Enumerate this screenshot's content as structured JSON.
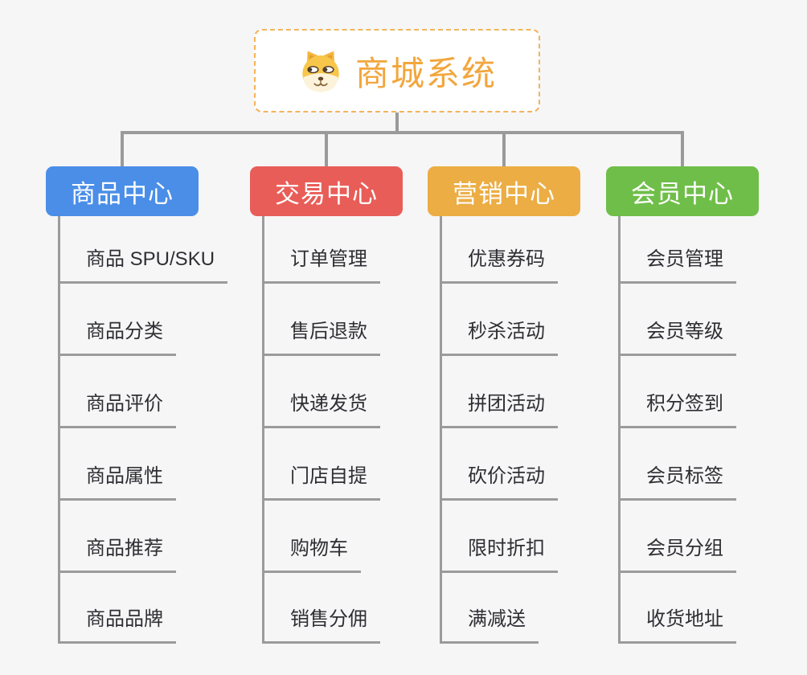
{
  "root": {
    "title": "商城系统",
    "icon": "dog-icon"
  },
  "branches": [
    {
      "id": "product-center",
      "label": "商品中心",
      "color": "#4a8ee8",
      "children": [
        "商品 SPU/SKU",
        "商品分类",
        "商品评价",
        "商品属性",
        "商品推荐",
        "商品品牌"
      ]
    },
    {
      "id": "trade-center",
      "label": "交易中心",
      "color": "#e95d58",
      "children": [
        "订单管理",
        "售后退款",
        "快递发货",
        "门店自提",
        "购物车",
        "销售分佣"
      ]
    },
    {
      "id": "marketing-center",
      "label": "营销中心",
      "color": "#ebad44",
      "children": [
        "优惠券码",
        "秒杀活动",
        "拼团活动",
        "砍价活动",
        "限时折扣",
        "满减送"
      ]
    },
    {
      "id": "member-center",
      "label": "会员中心",
      "color": "#6fbe49",
      "children": [
        "会员管理",
        "会员等级",
        "积分签到",
        "会员标签",
        "会员分组",
        "收货地址"
      ]
    }
  ],
  "colors": {
    "root_accent": "#f2a63c",
    "root_border": "#f3b35c",
    "root_background": "#ffffff",
    "connector_gray": "#9a9a9a",
    "leaf_line_gray": "#9b9b9b",
    "leaf_text": "#2e2e33",
    "canvas_background": "#f6f6f7"
  }
}
